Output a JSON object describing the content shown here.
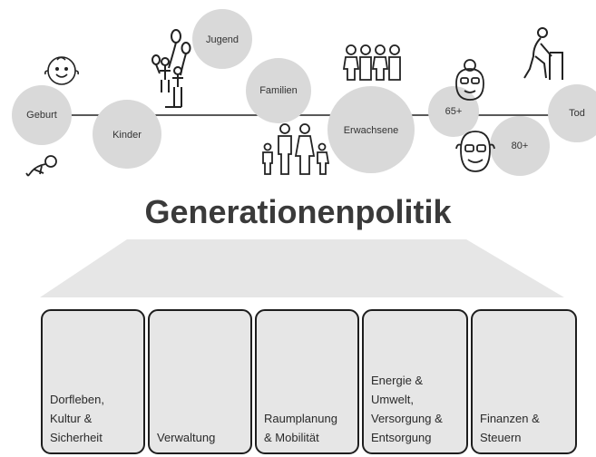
{
  "life_stages": [
    {
      "id": "geburt",
      "label": "Geburt"
    },
    {
      "id": "kinder",
      "label": "Kinder"
    },
    {
      "id": "jugend",
      "label": "Jugend"
    },
    {
      "id": "familien",
      "label": "Familien"
    },
    {
      "id": "erwachsene",
      "label": "Erwachsene"
    },
    {
      "id": "65plus",
      "label": "65+"
    },
    {
      "id": "80plus",
      "label": "80+"
    },
    {
      "id": "tod",
      "label": "Tod"
    }
  ],
  "icons": [
    "baby-face-icon",
    "crawling-baby-icon",
    "children-with-balloons-icon",
    "family-icon",
    "adult-group-icon",
    "elderly-woman-icon",
    "elderly-man-icon",
    "walker-senior-icon"
  ],
  "title": "Generationenpolitik",
  "pillars": [
    {
      "label": "Dorfleben,\nKultur &\nSicherheit"
    },
    {
      "label": "Verwaltung"
    },
    {
      "label": "Raumplanung\n& Mobilität"
    },
    {
      "label": "Energie &\nUmwelt,\nVersorgung &\nEntsorgung"
    },
    {
      "label": "Finanzen &\nSteuern"
    }
  ],
  "colors": {
    "circle": "#d9d9d9",
    "line": "#222222",
    "roof": "#e6e6e6",
    "pillar": "#e6e6e6",
    "pillar_border": "#1e1e1e",
    "title": "#3a3a3a"
  }
}
